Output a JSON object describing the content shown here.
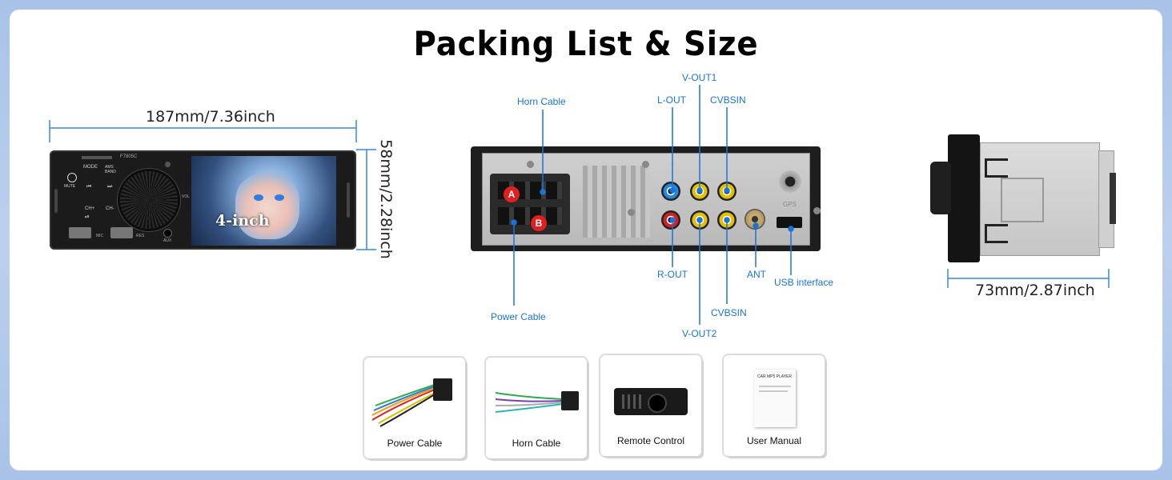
{
  "title": "Packing List & Size",
  "front_view": {
    "width_dim": "187mm/7.36inch",
    "height_dim": "58mm/2.28inch",
    "screen_badge": "4-inch",
    "model": "F7805C",
    "button_labels": {
      "mode": "MODE",
      "ams_band": "AMS BAND",
      "mute": "MUTE",
      "ch_plus": "CH+",
      "ch_minus": "CH-",
      "mic": "MIC",
      "res": "RES",
      "aux": "AUX",
      "vol": "VOL"
    }
  },
  "rear_view": {
    "labels": {
      "horn_cable": "Horn Cable",
      "power_cable": "Power Cable",
      "l_out": "L-OUT",
      "r_out": "R-OUT",
      "v_out1": "V-OUT1",
      "v_out2": "V-OUT2",
      "cvbsin_top": "CVBSIN",
      "cvbsin_bottom": "CVBSIN",
      "ant": "ANT",
      "usb_interface": "USB interface"
    },
    "connector_a": "A",
    "connector_b": "B",
    "gps": "GPS"
  },
  "side_view": {
    "depth_dim": "73mm/2.87inch"
  },
  "accessories": [
    {
      "label": "Power Cable"
    },
    {
      "label": "Horn Cable"
    },
    {
      "label": "Remote Control"
    },
    {
      "label": "User Manual"
    }
  ],
  "manual_cover_title": "CAR MP5 PLAYER",
  "colors": {
    "label_blue": "#1a74d6",
    "background": "#a9c2e8",
    "connector_badge": "#e02020"
  }
}
